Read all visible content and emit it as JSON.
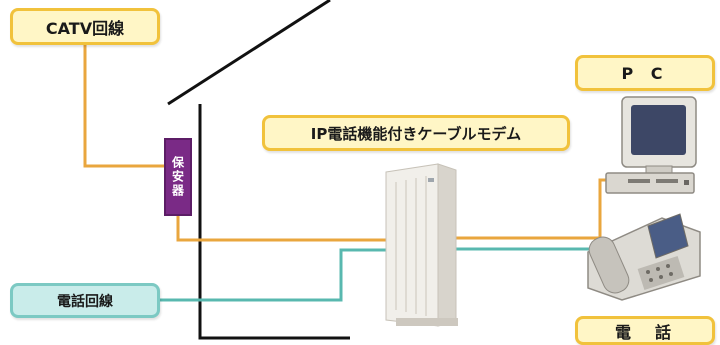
{
  "labels": {
    "catv_line": "CATV回線",
    "protector": "保安器",
    "modem": "IP電話機能付きケーブルモデム",
    "pc": "P C",
    "phone_line": "電話回線",
    "phone": "電　話"
  },
  "icons": {
    "modem": "cable-modem-icon",
    "pc": "desktop-pc-icon",
    "phone": "telephone-icon"
  },
  "colors": {
    "label_fill": "#fff6c6",
    "label_border": "#f1c23c",
    "phone_line_label_fill": "#c9ecea",
    "phone_line_label_border": "#7cc9c3",
    "catv_cable": "#e9a63e",
    "telephone_cable": "#58b8af",
    "protector": "#7a2a86",
    "house_outline": "#111111"
  }
}
